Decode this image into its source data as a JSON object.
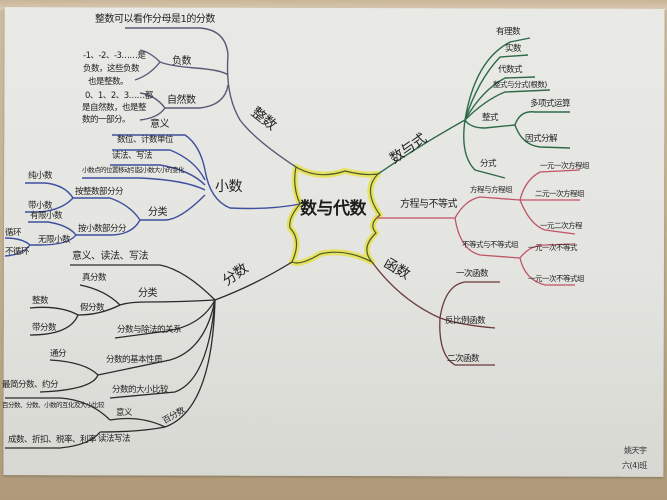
{
  "mindmap": {
    "center": "数与代数",
    "branches": [
      {
        "label": "整数",
        "color": "#5a5a78",
        "children": [
          {
            "label": "整数可以看作分母是1的分数"
          },
          {
            "label": "负数",
            "children": [
              {
                "label": "-1、-2、-3……是"
              },
              {
                "label": "负数，这些负数"
              },
              {
                "label": "也是整数。"
              }
            ]
          },
          {
            "label": "自然数",
            "children": [
              {
                "label": "0、1、2、3……都"
              },
              {
                "label": "是自然数，也是整"
              },
              {
                "label": "数的一部分。"
              }
            ]
          }
        ]
      },
      {
        "label": "小数",
        "color": "#3c4fa0",
        "children": [
          {
            "label": "意义"
          },
          {
            "label": "数位、计数单位"
          },
          {
            "label": "读法、写法"
          },
          {
            "label": "小数点的位置移动引起小数大小的变化"
          },
          {
            "label": "分类",
            "children": [
              {
                "label": "按整数部分分",
                "children": [
                  {
                    "label": "纯小数"
                  },
                  {
                    "label": "带小数"
                  }
                ]
              },
              {
                "label": "按小数部分分",
                "children": [
                  {
                    "label": "有限小数"
                  },
                  {
                    "label": "无限小数",
                    "children": [
                      {
                        "label": "循环"
                      },
                      {
                        "label": "不循环"
                      }
                    ]
                  }
                ]
              }
            ]
          }
        ]
      },
      {
        "label": "分数",
        "color": "#2a2a2a",
        "children": [
          {
            "label": "意义、读法、写法"
          },
          {
            "label": "分类",
            "children": [
              {
                "label": "真分数"
              },
              {
                "label": "假分数",
                "children": [
                  {
                    "label": "整数"
                  },
                  {
                    "label": "带分数"
                  }
                ]
              }
            ]
          },
          {
            "label": "分数与除法的关系"
          },
          {
            "label": "分数的基本性质",
            "children": [
              {
                "label": "通分"
              },
              {
                "label": "最简分数、约分"
              }
            ]
          },
          {
            "label": "分数的大小比较"
          },
          {
            "label": "百分数",
            "children": [
              {
                "label": "意义",
                "children": [
                  {
                    "label": "百分数、分数、小数的互化及大小比较"
                  }
                ]
              },
              {
                "label": "读法写法",
                "children": [
                  {
                    "label": "成数、折扣、税率、利率"
                  }
                ]
              }
            ]
          }
        ]
      },
      {
        "label": "数与式",
        "color": "#2f6a4a",
        "children": [
          {
            "label": "有理数"
          },
          {
            "label": "实数"
          },
          {
            "label": "代数式"
          },
          {
            "label": "整式与分式(根数)"
          },
          {
            "label": "整式",
            "children": [
              {
                "label": "多项式运算"
              },
              {
                "label": "因式分解"
              }
            ]
          },
          {
            "label": "分式"
          }
        ]
      },
      {
        "label": "方程与不等式",
        "color": "#b84a5a",
        "children": [
          {
            "label": "方程与方程组",
            "children": [
              {
                "label": "一元一次方程组"
              },
              {
                "label": "二元一次方程组"
              },
              {
                "label": "一元二次方程"
              }
            ]
          },
          {
            "label": "不等式与不等式组",
            "children": [
              {
                "label": "一元一次不等式"
              },
              {
                "label": "一元一次不等式组"
              }
            ]
          }
        ]
      },
      {
        "label": "函数",
        "color": "#6a3a3a",
        "children": [
          {
            "label": "一次函数"
          },
          {
            "label": "反比例函数"
          },
          {
            "label": "二次函数"
          }
        ]
      }
    ],
    "signature": [
      "姚天宇",
      "六(4)班"
    ],
    "colors": {
      "center_highlight": "#e3dc4a",
      "center_outline": "#4a5a2a",
      "paper": "#e6e6e2",
      "table": "#c2ad8d"
    }
  }
}
